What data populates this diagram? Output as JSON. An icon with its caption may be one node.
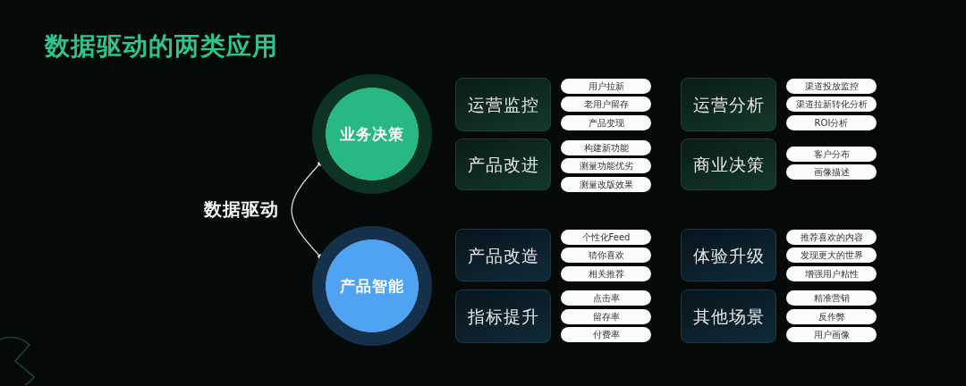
{
  "diagram": {
    "title": "数据驱动的两类应用",
    "nodes": [
      {
        "text": [
          "业务决策"
        ]
      },
      {
        "text": [
          "产品智能"
        ]
      },
      {
        "text": [
          "运营监控"
        ]
      },
      {
        "text": [
          "用户拉新"
        ]
      },
      {
        "text": [
          "老用户留存"
        ]
      },
      {
        "text": [
          "产品变现"
        ]
      },
      {
        "text": [
          "运营分析"
        ]
      },
      {
        "text": [
          "渠道投放监控"
        ]
      },
      {
        "text": [
          "渠道拉新转化分析"
        ]
      },
      {
        "text": [
          "ROI分析"
        ]
      },
      {
        "text": [
          "产品改进"
        ]
      },
      {
        "text": [
          "构建新功能"
        ]
      },
      {
        "text": [
          "测量功能优劣"
        ]
      },
      {
        "text": [
          "测量改版效果"
        ]
      },
      {
        "text": [
          "商业决策"
        ]
      },
      {
        "text": [
          "客户分布"
        ]
      },
      {
        "text": [
          "画像描述"
        ]
      },
      {
        "text": [
          "产品改造"
        ]
      },
      {
        "text": [
          "个性化Feed"
        ]
      },
      {
        "text": [
          "猜你喜欢"
        ]
      },
      {
        "text": [
          "相关推荐"
        ]
      },
      {
        "text": [
          "体验升级"
        ]
      },
      {
        "text": [
          "推荐喜欢的内容"
        ]
      },
      {
        "text": [
          "发现更大的世界"
        ]
      },
      {
        "text": [
          "增强用户粘性"
        ]
      },
      {
        "text": [
          "指标提升"
        ]
      },
      {
        "text": [
          "点击率"
        ]
      },
      {
        "text": [
          "留存率"
        ]
      },
      {
        "text": [
          "付费率"
        ]
      },
      {
        "text": [
          "其他场景"
        ]
      },
      {
        "text": [
          "精准营销"
        ]
      },
      {
        "text": [
          "反作弊"
        ]
      },
      {
        "text": [
          "用户画像"
        ]
      }
    ],
    "edges": [
      {
        "from": 0,
        "to": 1,
        "arrow": "other"
      }
    ],
    "labels": [
      "数据驱动"
    ]
  }
}
